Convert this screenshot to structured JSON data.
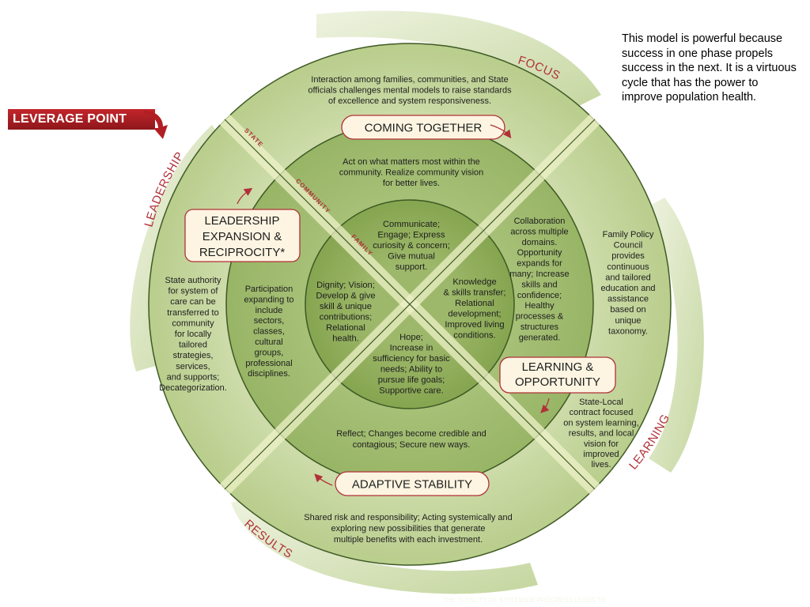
{
  "leverage_point": "LEVERAGE POINT",
  "side_note": "This model is powerful because success in one phase propels success in the next.  It is a virtuous cycle that has the power to improve population health.",
  "arc_labels": {
    "focus": "FOCUS",
    "leadership": "LEADERSHIP",
    "learning": "LEARNING",
    "results": "RESULTS"
  },
  "band_labels": {
    "state": "STATE",
    "community": "COMMUNITY",
    "family": "FAMILY"
  },
  "phases": {
    "coming_together": "COMING TOGETHER",
    "leadership_expansion": [
      "LEADERSHIP",
      "EXPANSION &",
      "RECIPROCITY*"
    ],
    "learning_opportunity": [
      "LEARNING &",
      "OPPORTUNITY"
    ],
    "adaptive_stability": "ADAPTIVE STABILITY"
  },
  "outer_ring": {
    "top": [
      "Interaction among families, communities, and State",
      "officials challenges mental models to raise standards",
      "of excellence and system responsiveness."
    ],
    "left": [
      "State authority",
      "for system of",
      "care can be",
      "transferred to",
      "community",
      "for locally",
      "tailored",
      "strategies,",
      "services,",
      "and supports;",
      "Decategorization."
    ],
    "right": [
      "Family Policy",
      "Council",
      "provides",
      "continuous",
      "and tailored",
      "education and",
      "assistance",
      "based on",
      "unique",
      "taxonomy."
    ],
    "bottom": [
      "Shared risk and responsibility; Acting systemically and",
      "exploring new possibilities that generate",
      "multiple benefits with each investment."
    ],
    "lower_right": [
      "State-Local",
      "contract focused",
      "on system learning,",
      "results, and local",
      "vision for",
      "improved",
      "lives."
    ]
  },
  "middle_ring": {
    "top": [
      "Act on what matters most within the",
      "community. Realize community vision",
      "for better lives."
    ],
    "left": [
      "Participation",
      "expanding to",
      "include",
      "sectors,",
      "classes,",
      "cultural",
      "groups,",
      "professional",
      "disciplines."
    ],
    "right": [
      "Collaboration",
      "across multiple",
      "domains.",
      "Opportunity",
      "expands for",
      "many; Increase",
      "skills and",
      "confidence;",
      "Healthy",
      "processes &",
      "structures",
      "generated."
    ],
    "bottom": [
      "Reflect; Changes become credible and",
      "contagious; Secure new ways."
    ]
  },
  "core": {
    "top": [
      "Communicate;",
      "Engage; Express",
      "curiosity & concern;",
      "Give mutual",
      "support."
    ],
    "left": [
      "Dignity; Vision;",
      "Develop & give",
      "skill & unique",
      "contributions;",
      "Relational",
      "health."
    ],
    "right": [
      "Knowledge",
      "& skills transfer;",
      "Relational",
      "development;",
      "Improved living",
      "conditions."
    ],
    "bottom": [
      "Hope;",
      "Increase in",
      "sufficiency for basic",
      "needs; Ability to",
      "pursue life goals;",
      "Supportive care."
    ]
  },
  "footer_faint": "THE TOTALITY OF STATEWIDE PROGRESS LEADS TO"
}
